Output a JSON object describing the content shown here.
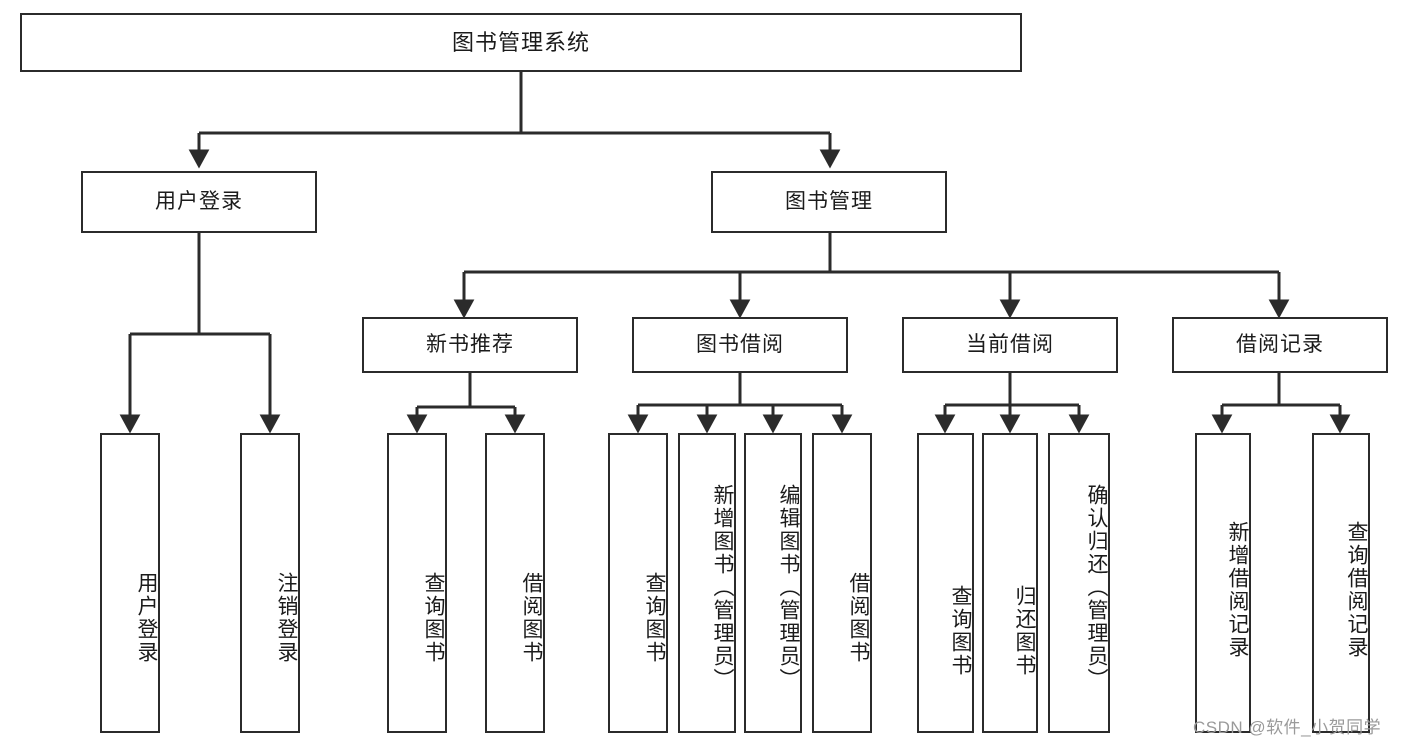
{
  "diagram": {
    "title": "图书管理系统",
    "watermark": "CSDN @软件_小贺同学",
    "line_color": "#2b2b2b",
    "box_border_color": "#2b2b2b",
    "box_fill_color": "#ffffff",
    "text_color": "#1b1b1b",
    "watermark_color": "#9a9a9a"
  },
  "nodes": {
    "root": {
      "label": "图书管理系统"
    },
    "level1": [
      {
        "label": "用户登录"
      },
      {
        "label": "图书管理"
      }
    ],
    "level2": [
      {
        "label": "新书推荐"
      },
      {
        "label": "图书借阅"
      },
      {
        "label": "当前借阅"
      },
      {
        "label": "借阅记录"
      }
    ],
    "leaves_user_login": [
      {
        "label": "用户登录"
      },
      {
        "label": "注销登录"
      }
    ],
    "leaves_new_book": [
      {
        "label": "查询图书"
      },
      {
        "label": "借阅图书"
      }
    ],
    "leaves_borrow": [
      {
        "label": "查询图书"
      },
      {
        "label": "新增图书（管理员）"
      },
      {
        "label": "编辑图书（管理员）"
      },
      {
        "label": "借阅图书"
      }
    ],
    "leaves_current": [
      {
        "label": "查询图书"
      },
      {
        "label": "归还图书"
      },
      {
        "label": "确认归还（管理员）"
      }
    ],
    "leaves_records": [
      {
        "label": "新增借阅记录"
      },
      {
        "label": "查询借阅记录"
      }
    ]
  }
}
